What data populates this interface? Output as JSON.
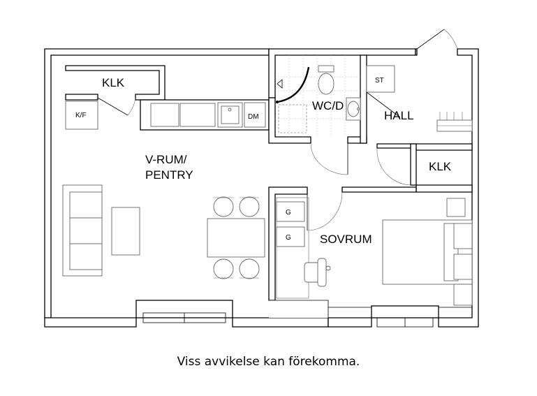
{
  "rooms": {
    "klk_top": "KLK",
    "wcd": "WC/D",
    "hall": "HALL",
    "klk_right": "KLK",
    "vrum_line1": "V-RUM/",
    "vrum_line2": "PENTRY",
    "sovrum": "SOVRUM"
  },
  "appliances": {
    "kf": "K/F",
    "dm": "DM",
    "st": "ST",
    "g1": "G",
    "g2": "G"
  },
  "disclaimer": "Viss avvikelse kan förekomma."
}
